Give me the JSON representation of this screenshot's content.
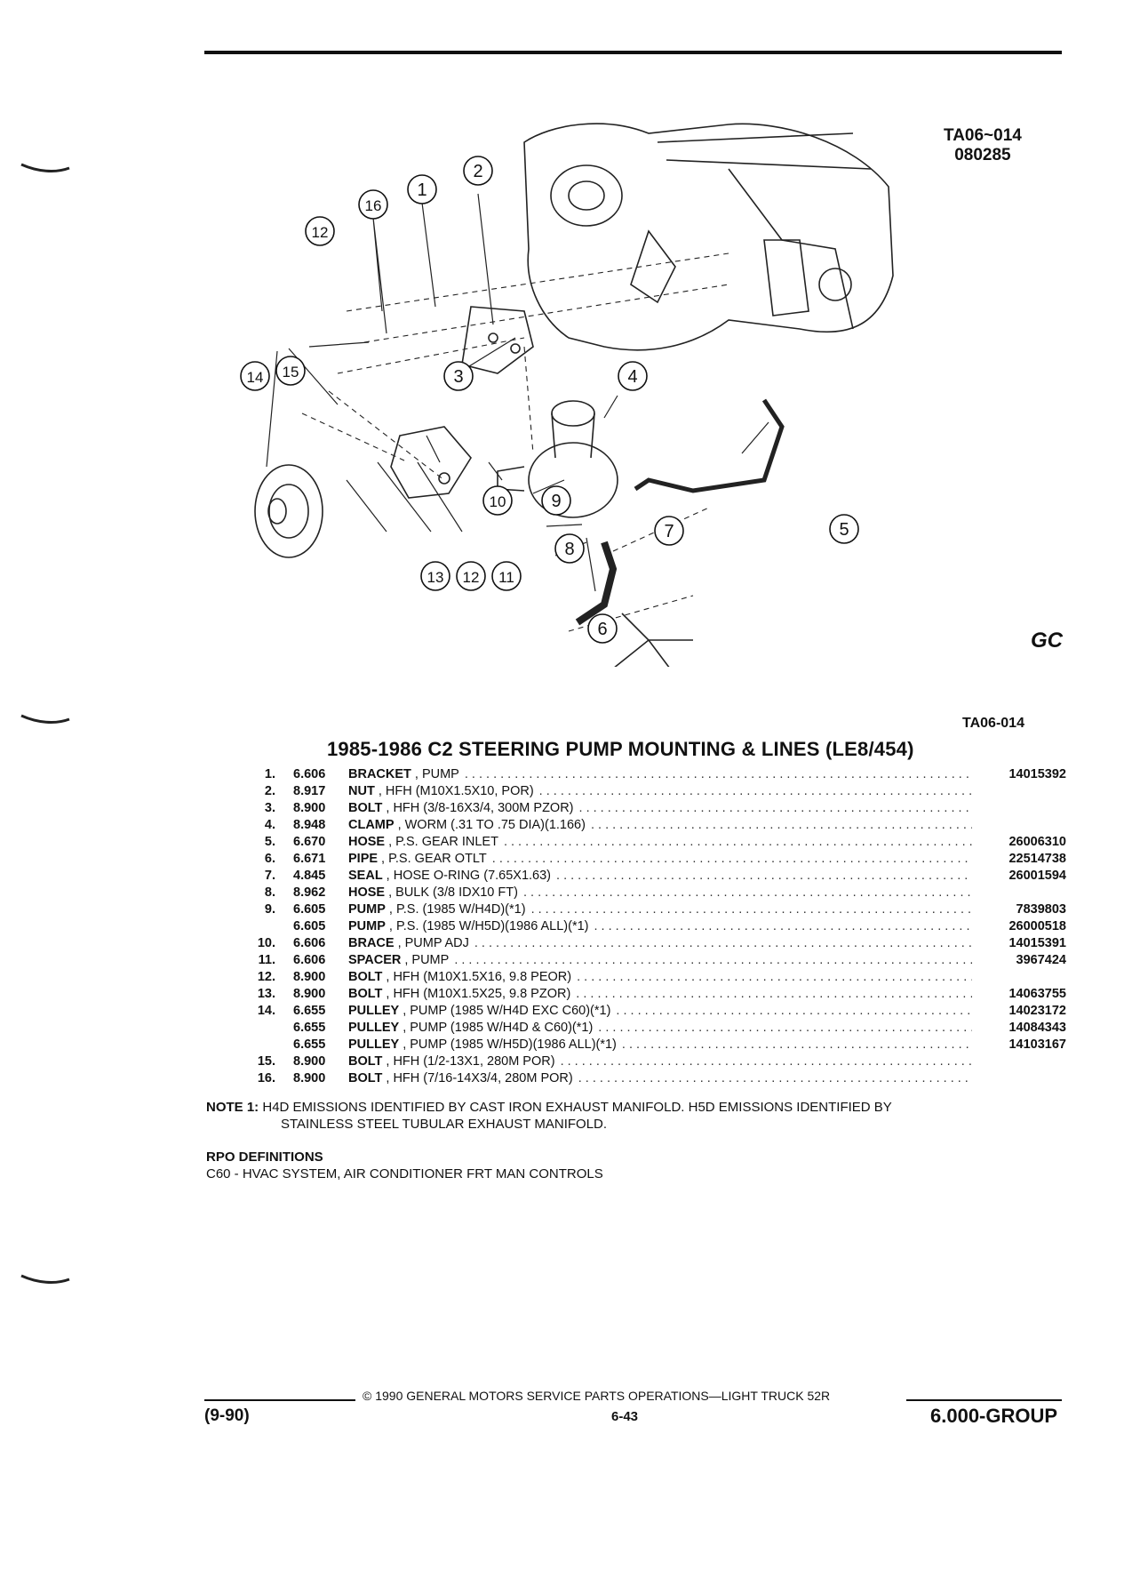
{
  "figure": {
    "code_line1": "TA06~014",
    "code_line2": "080285",
    "reference": "TA06-014",
    "logo_text": "GC",
    "callouts": [
      "1",
      "2",
      "3",
      "4",
      "5",
      "6",
      "7",
      "8",
      "9",
      "10",
      "11",
      "12",
      "13",
      "14",
      "15",
      "16"
    ]
  },
  "section_title": "1985-1986 C2 STEERING PUMP MOUNTING & LINES (LE8/454)",
  "parts": [
    {
      "item": "1.",
      "group": "6.606",
      "name": "BRACKET",
      "desc": ", PUMP",
      "part": "14015392"
    },
    {
      "item": "2.",
      "group": "8.917",
      "name": "NUT",
      "desc": ", HFH (M10X1.5X10, POR)",
      "part": ""
    },
    {
      "item": "3.",
      "group": "8.900",
      "name": "BOLT",
      "desc": ", HFH (3/8-16X3/4, 300M PZOR)",
      "part": ""
    },
    {
      "item": "4.",
      "group": "8.948",
      "name": "CLAMP",
      "desc": ", WORM (.31 TO .75 DIA)(1.166)",
      "part": ""
    },
    {
      "item": "5.",
      "group": "6.670",
      "name": "HOSE",
      "desc": ", P.S. GEAR INLET",
      "part": "26006310"
    },
    {
      "item": "6.",
      "group": "6.671",
      "name": "PIPE",
      "desc": ", P.S. GEAR OTLT",
      "part": "22514738"
    },
    {
      "item": "7.",
      "group": "4.845",
      "name": "SEAL",
      "desc": ", HOSE O-RING (7.65X1.63)",
      "part": "26001594"
    },
    {
      "item": "8.",
      "group": "8.962",
      "name": "HOSE",
      "desc": ", BULK (3/8 IDX10 FT)",
      "part": ""
    },
    {
      "item": "9.",
      "group": "6.605",
      "name": "PUMP",
      "desc": ", P.S. (1985 W/H4D)(*1)",
      "part": "7839803"
    },
    {
      "item": "",
      "group": "6.605",
      "name": "PUMP",
      "desc": ", P.S. (1985 W/H5D)(1986 ALL)(*1)",
      "part": "26000518"
    },
    {
      "item": "10.",
      "group": "6.606",
      "name": "BRACE",
      "desc": ", PUMP ADJ",
      "part": "14015391"
    },
    {
      "item": "11.",
      "group": "6.606",
      "name": "SPACER",
      "desc": ", PUMP",
      "part": "3967424"
    },
    {
      "item": "12.",
      "group": "8.900",
      "name": "BOLT",
      "desc": ", HFH (M10X1.5X16, 9.8 PEOR)",
      "part": ""
    },
    {
      "item": "13.",
      "group": "8.900",
      "name": "BOLT",
      "desc": ", HFH (M10X1.5X25, 9.8 PZOR)",
      "part": "14063755"
    },
    {
      "item": "14.",
      "group": "6.655",
      "name": "PULLEY",
      "desc": ", PUMP (1985 W/H4D EXC C60)(*1)",
      "part": "14023172"
    },
    {
      "item": "",
      "group": "6.655",
      "name": "PULLEY",
      "desc": ", PUMP (1985 W/H4D & C60)(*1)",
      "part": "14084343"
    },
    {
      "item": "",
      "group": "6.655",
      "name": "PULLEY",
      "desc": ", PUMP (1985 W/H5D)(1986 ALL)(*1)",
      "part": "14103167"
    },
    {
      "item": "15.",
      "group": "8.900",
      "name": "BOLT",
      "desc": ", HFH (1/2-13X1, 280M POR)",
      "part": ""
    },
    {
      "item": "16.",
      "group": "8.900",
      "name": "BOLT",
      "desc": ", HFH (7/16-14X3/4, 280M POR)",
      "part": ""
    }
  ],
  "note": {
    "label": "NOTE  1:",
    "line1": "H4D EMISSIONS IDENTIFIED BY CAST IRON EXHAUST MANIFOLD. H5D EMISSIONS IDENTIFIED BY",
    "line2": "STAINLESS STEEL TUBULAR EXHAUST MANIFOLD."
  },
  "rpo": {
    "title": "RPO DEFINITIONS",
    "definition": "C60 - HVAC SYSTEM, AIR CONDITIONER FRT MAN CONTROLS"
  },
  "footer": {
    "copyright": "© 1990 GENERAL MOTORS SERVICE PARTS OPERATIONS—LIGHT TRUCK 52R",
    "date_code": "(9-90)",
    "page": "6-43",
    "group": "6.000-GROUP"
  }
}
